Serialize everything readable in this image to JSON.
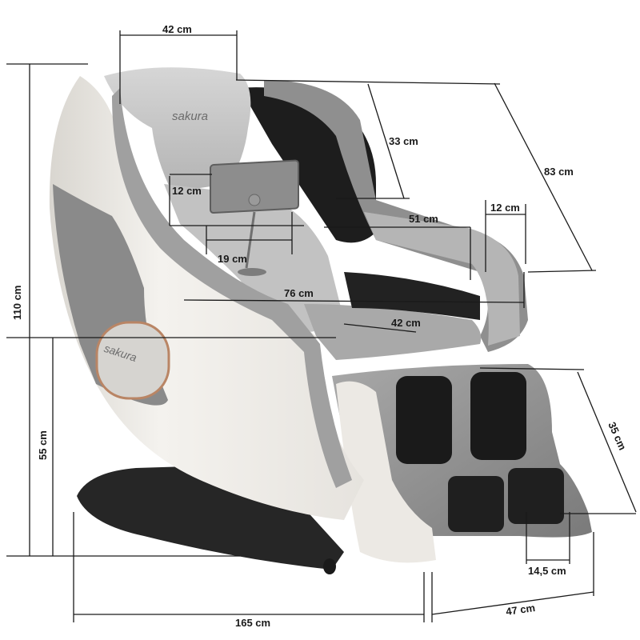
{
  "product": {
    "brand_logo": "sakura",
    "colors": {
      "shell": "#eeebe6",
      "upholstery": "#9a9a9a",
      "cushion": "#c9c9c9",
      "inner": "#1c1c1c",
      "trim": "#b98565",
      "base": "#2a2a2a"
    }
  },
  "dimensions": {
    "top_width": "42 cm",
    "head_depth": "33 cm",
    "diagonal_length": "83 cm",
    "armrest_gap": "12 cm",
    "armrest_width": "12 cm",
    "seat_depth": "51 cm",
    "tablet_width": "19 cm",
    "inner_width": "76 cm",
    "seat_width": "42 cm",
    "total_height": "110 cm",
    "seat_height": "55 cm",
    "leg_rest_length": "35 cm",
    "foot_width": "14,5 cm",
    "total_length": "165 cm",
    "total_depth": "47 cm"
  }
}
